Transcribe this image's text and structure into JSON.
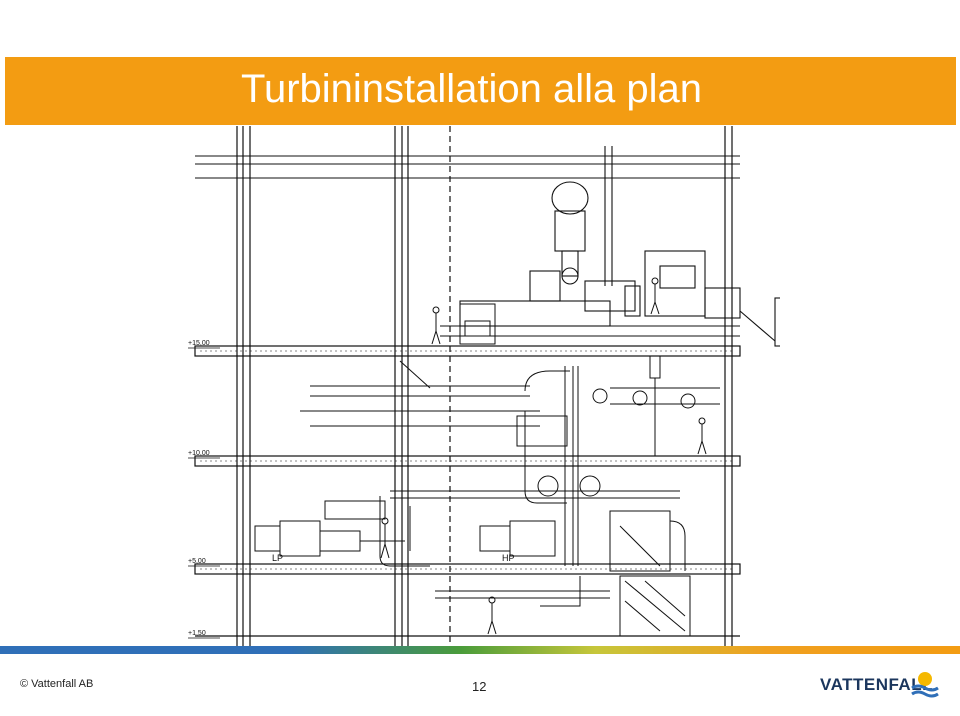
{
  "header": {
    "title": "Turbininstallation alla plan",
    "bar_color": "#f39c12"
  },
  "drawing": {
    "levels": [
      "+15,00",
      "+10,00",
      "+5,00",
      "+1,50"
    ],
    "labels": [
      "LP",
      "HP"
    ]
  },
  "footer": {
    "copyright": "© Vattenfall AB",
    "page_number": "12",
    "logo_text": "VATTENFALL",
    "stripe_colors": [
      "#2f6fb8",
      "#4a9c3a",
      "#c6c63a",
      "#f39c12"
    ]
  }
}
